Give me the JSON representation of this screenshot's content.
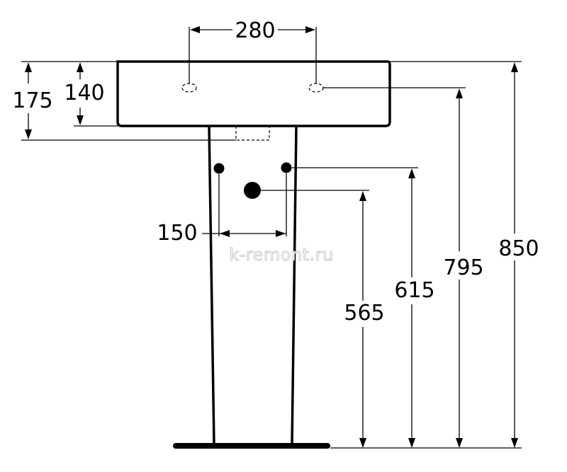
{
  "dimensions": {
    "tap_spacing": "280",
    "overflow_depth": "175",
    "bowl_depth": "140",
    "fixing_spacing": "150",
    "waste_height": "565",
    "supply_height": "615",
    "tap_height": "795",
    "overall_height": "850"
  },
  "watermark": "k-remont.ru"
}
